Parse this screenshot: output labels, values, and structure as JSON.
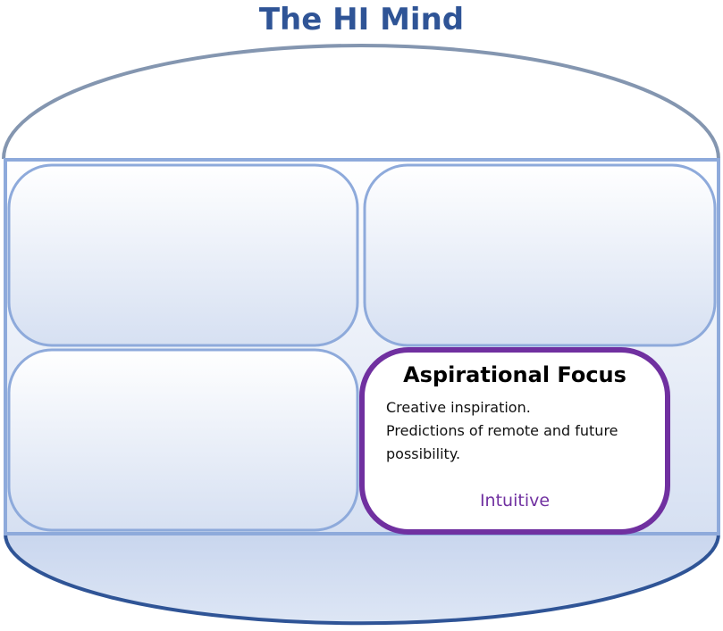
{
  "diagram": {
    "title": "The HI Mind",
    "highlighted_panel": {
      "heading": "Aspirational Focus",
      "lines": [
        "Creative inspiration.",
        "Predictions of remote and future possibility."
      ],
      "tag": "Intuitive"
    },
    "colors": {
      "title": "#2f5496",
      "frame": "#8eaadb",
      "dome_stroke": "#8496b0",
      "base_stroke": "#2f5496",
      "highlight": "#7030a0"
    }
  }
}
